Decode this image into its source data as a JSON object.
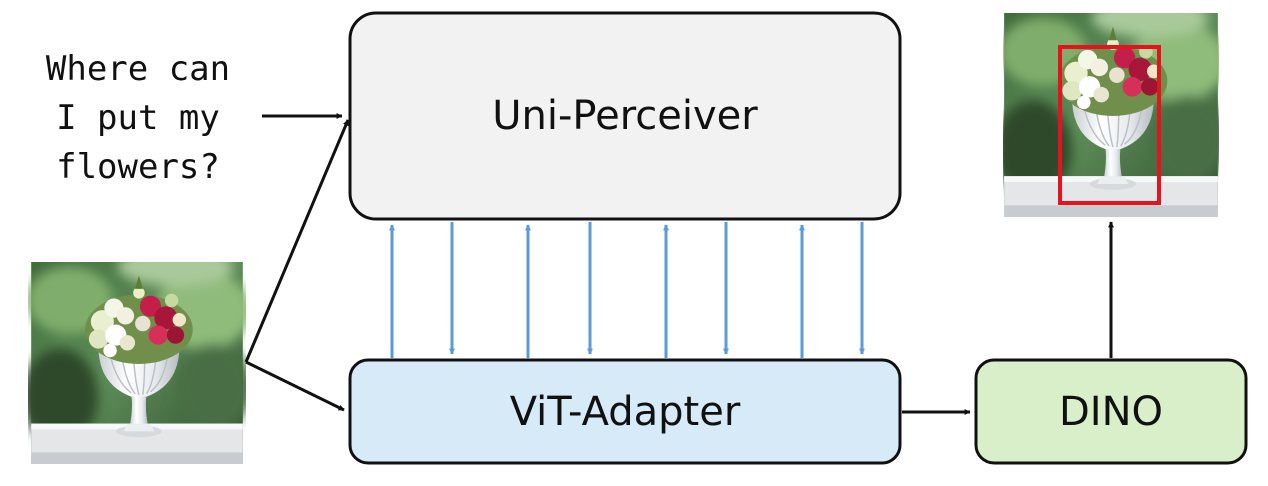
{
  "query": {
    "lines": [
      "Where can",
      "I put my",
      "flowers?"
    ]
  },
  "modules": {
    "uni_perceiver": {
      "label": "Uni-Perceiver",
      "fill": "#f2f2f2"
    },
    "vit_adapter": {
      "label": "ViT-Adapter",
      "fill": "#d6eaf8"
    },
    "dino": {
      "label": "DINO",
      "fill": "#d8efc9"
    }
  },
  "colors": {
    "stroke": "#111111",
    "interaction_arrow": "#5b9bd5",
    "detection_box": "#e8121e"
  },
  "images": {
    "input": "flower-vase-photo",
    "output": "flower-vase-photo-with-detection-box"
  }
}
